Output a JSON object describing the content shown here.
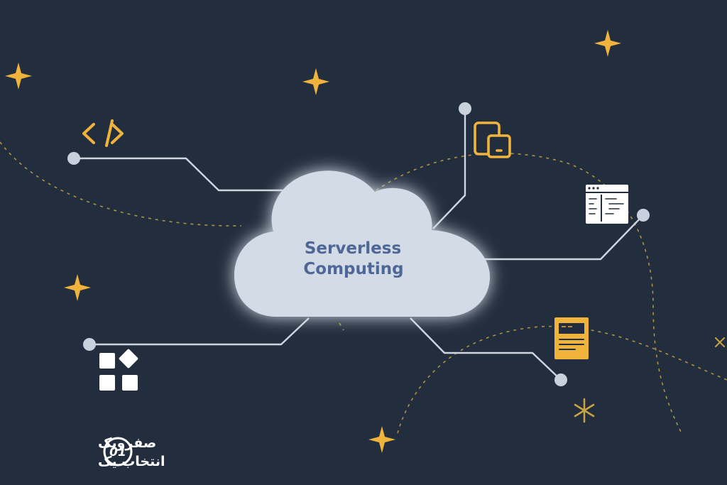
{
  "illustration": {
    "title_line1": "Serverless",
    "title_line2": "Computing"
  },
  "colors": {
    "background": "#222d3d",
    "cloud": "#d3dbe6",
    "cloud_text": "#4f6796",
    "accent": "#f0b43c",
    "line": "#cfd6e0",
    "node": "#c9d1dd"
  },
  "icons": {
    "code": "code-brackets-icon",
    "devices": "mobile-tablet-icon",
    "window": "code-window-icon",
    "document": "document-icon",
    "apps": "app-grid-icon"
  },
  "logo": {
    "mark": "01",
    "line1": "صفرویک",
    "line2": "انتخاب یک"
  }
}
